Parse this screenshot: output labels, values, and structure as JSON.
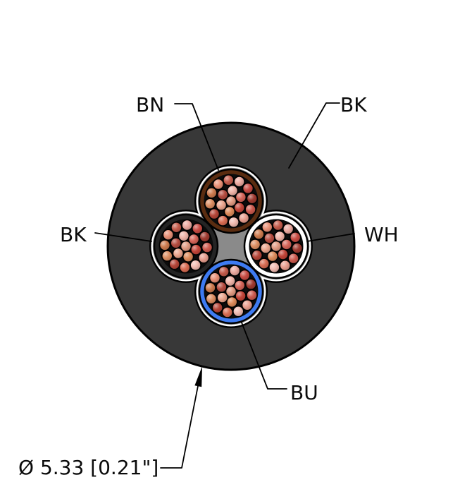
{
  "diagram": {
    "type": "cable-cross-section",
    "labels": {
      "conductor_top": "BN",
      "jacket": "BK",
      "conductor_left": "BK",
      "conductor_right": "WH",
      "conductor_bottom": "BU",
      "dimension": "Ø 5.33 [0.21\"]"
    },
    "colors": {
      "background": "#ffffff",
      "jacket": "#383838",
      "outline": "#000000",
      "tape": "#ffffff",
      "filler": "#8a8a8a",
      "conductor_bn": "#5a2c10",
      "conductor_bk": "#242424",
      "conductor_wh": "#ffffff",
      "conductor_bu": "#3e7bf2",
      "strand_bed": "#0c0c0c"
    },
    "strand_colors": [
      "#e09a82",
      "#f0b4a8",
      "#d46458",
      "#c24438",
      "#dc8a5a",
      "#eaa48c",
      "#b44c40",
      "#eaa89e",
      "#c64a42",
      "#9e3a30",
      "#cc5a4e",
      "#e89e8e",
      "#f0bab0",
      "#d86c52",
      "#b44538",
      "#dc8e62",
      "#cc7a4e",
      "#e89076",
      "#c25a4a"
    ]
  }
}
